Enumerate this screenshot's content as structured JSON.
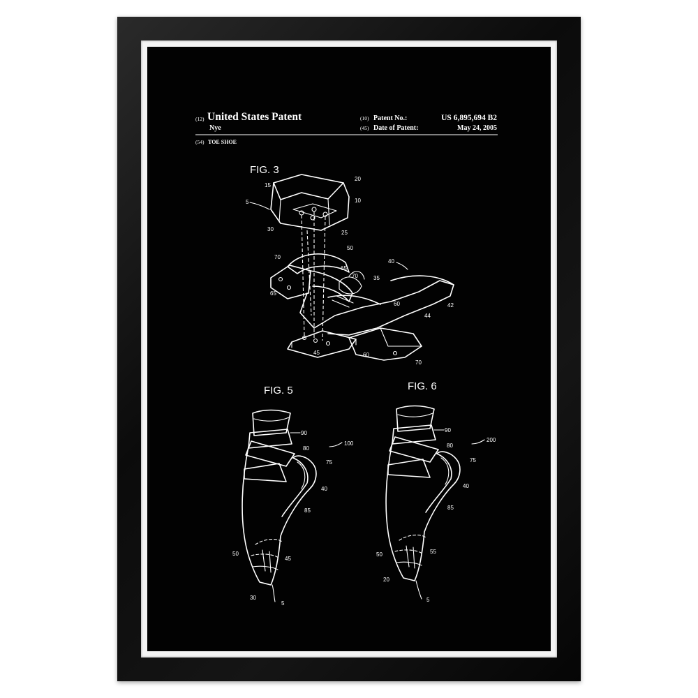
{
  "header": {
    "code_12": "(12)",
    "title": "United States Patent",
    "inventor": "Nye",
    "code_10": "(10)",
    "patent_no_label": "Patent No.:",
    "patent_no": "US 6,895,694 B2",
    "code_45": "(45)",
    "date_label": "Date of Patent:",
    "date": "May 24, 2005",
    "code_54": "(54)",
    "invention_title": "TOE SHOE"
  },
  "figures": {
    "fig3": {
      "label": "FIG. 3",
      "refs": [
        "15",
        "20",
        "5",
        "10",
        "30",
        "25",
        "70",
        "50",
        "40",
        "65",
        "70",
        "35",
        "65",
        "60",
        "42",
        "44",
        "45",
        "60",
        "70"
      ]
    },
    "fig5": {
      "label": "FIG. 5",
      "refs": [
        "90",
        "80",
        "100",
        "75",
        "40",
        "85",
        "50",
        "45",
        "30",
        "5"
      ]
    },
    "fig6": {
      "label": "FIG. 6",
      "refs": [
        "90",
        "80",
        "200",
        "75",
        "40",
        "85",
        "50",
        "55",
        "20",
        "5"
      ]
    }
  },
  "colors": {
    "frame": "#0b0b0b",
    "liner": "#f4f4f4",
    "mat": "#020202",
    "ink": "#ffffff"
  }
}
